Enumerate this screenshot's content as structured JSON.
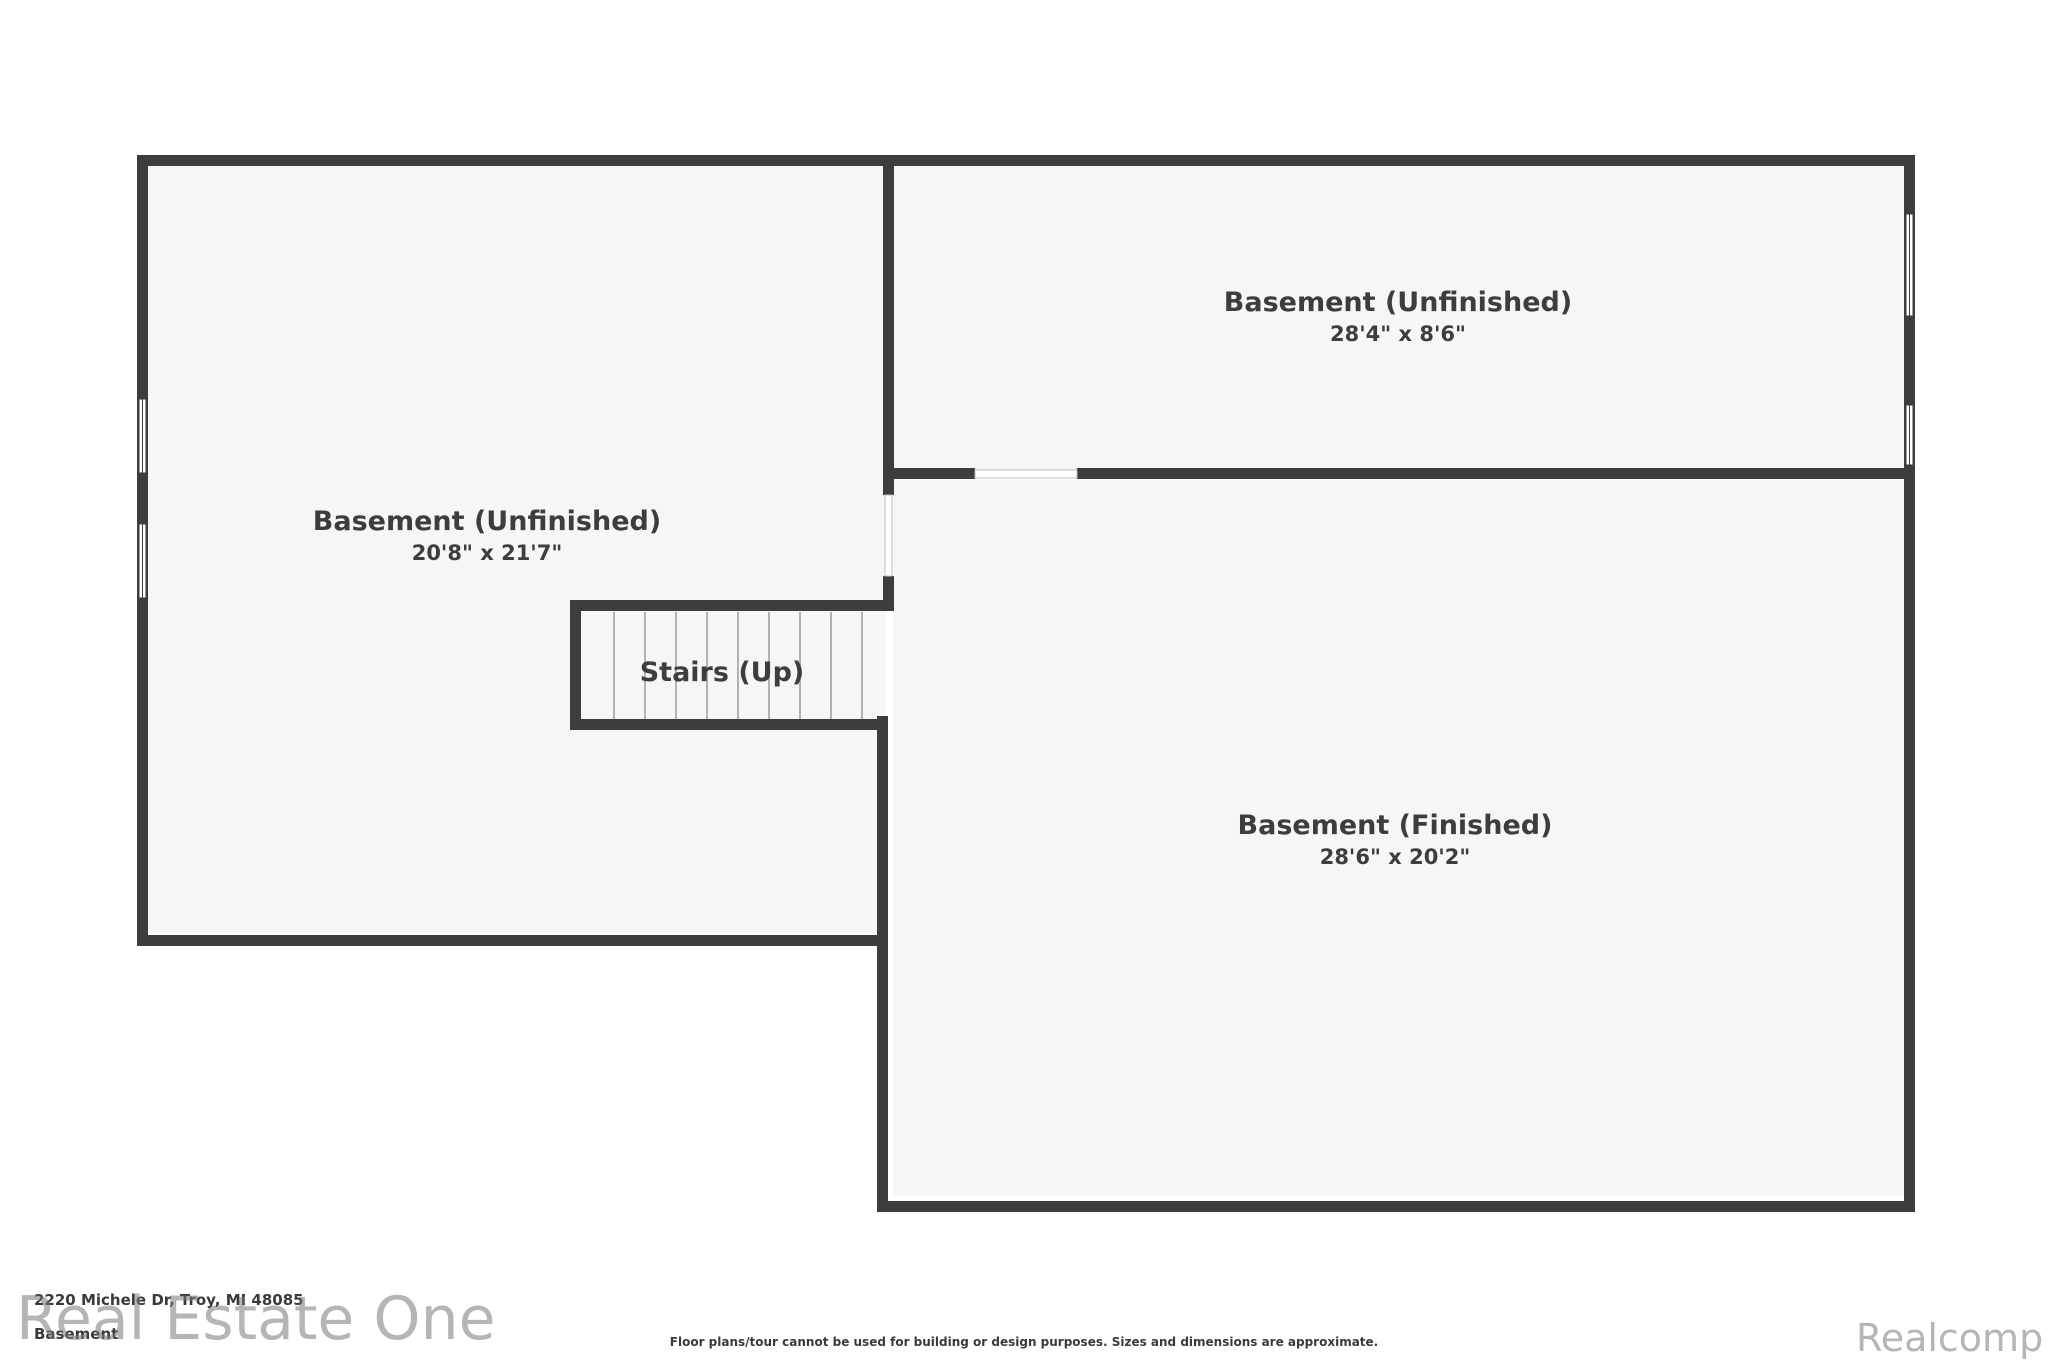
{
  "rooms": {
    "left": {
      "name": "Basement (Unfinished)",
      "dims": "20'8\" x 21'7\""
    },
    "top_right": {
      "name": "Basement (Unfinished)",
      "dims": "28'4\" x 8'6\""
    },
    "bottom_right": {
      "name": "Basement (Finished)",
      "dims": "28'6\" x 20'2\""
    }
  },
  "stairs": {
    "label": "Stairs (Up)"
  },
  "footer": {
    "address": "2220 Michele Dr, Troy, MI 48085",
    "level": "Basement",
    "disclaimer": "Floor plans/tour cannot be used for building or design purposes. Sizes and dimensions are approximate.",
    "watermark_left": "Real Estate One",
    "watermark_right": "Realcomp"
  },
  "colors": {
    "wall": "#3d3d3d",
    "floor": "#f6f6f6",
    "window": "#ffffff"
  }
}
